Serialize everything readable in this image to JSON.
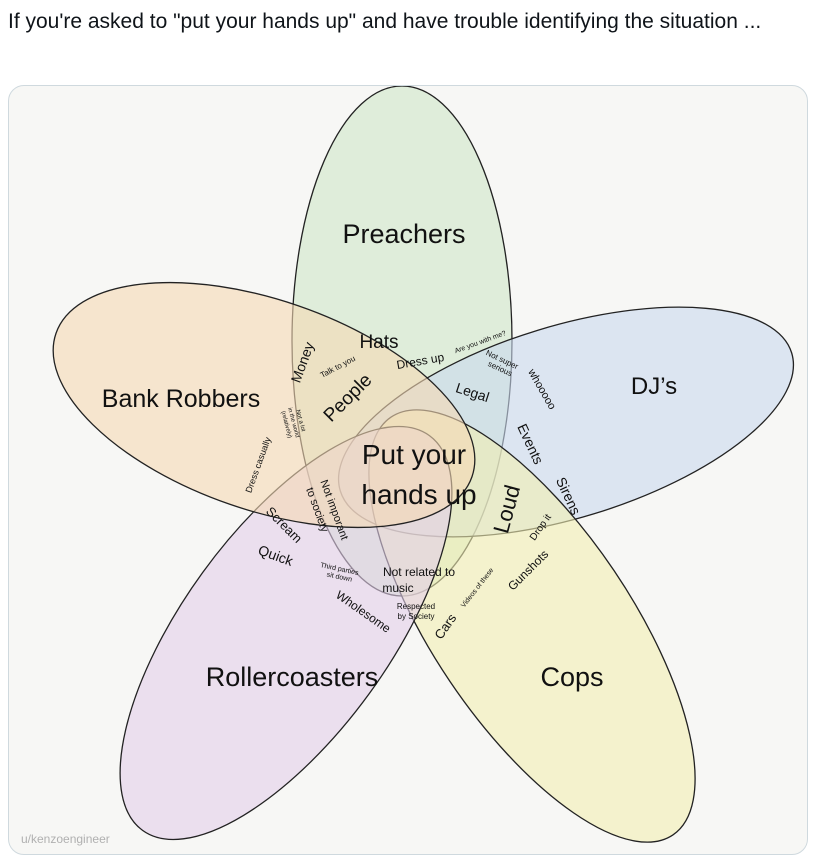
{
  "tweet": {
    "text": "If you're asked to \"put your hands up\"  and have trouble identifying the situation ..."
  },
  "diagram": {
    "sets": [
      {
        "label": "Preachers",
        "color": "#cfe6c8"
      },
      {
        "label": "DJ’s",
        "color": "#c9d8ee"
      },
      {
        "label": "Cops",
        "color": "#f1efb3"
      },
      {
        "label": "Rollercoasters",
        "color": "#e3cfe9"
      },
      {
        "label": "Bank Robbers",
        "color": "#f5d9b4"
      }
    ],
    "center": {
      "line1": "Put your",
      "line2": "hands up"
    },
    "regions": {
      "hats": "Hats",
      "dress_up": "Dress up",
      "are_you_with_me": "Are you with me?",
      "not_super_serious_1": "Not super",
      "not_super_serious_2": "serious",
      "whoooo": "whooooo",
      "legal": "Legal",
      "events": "Events",
      "sirens": "Sirens",
      "loud": "Loud",
      "drop_it": "Drop it",
      "gunshots": "Gunshots",
      "videos_of_these": "Videos of these",
      "cars": "Cars",
      "respected_1": "Respected",
      "respected_2": "by Society",
      "not_related_1": "Not related to",
      "not_related_2": "music",
      "wholesome": "Wholesome",
      "third_parties_1": "Third parties",
      "third_parties_2": "sit down",
      "quick": "Quick",
      "scream": "Scream",
      "not_important_1": "Not imporant",
      "not_important_2": "to society",
      "dress_casually": "Dress casually",
      "not_a_lot_1": "Not a lot",
      "not_a_lot_2": "in the world",
      "not_a_lot_3": "(relatively)",
      "money": "Money",
      "talk_to_you": "Talk to you",
      "people": "People"
    },
    "credit": "u/kenzoengineer"
  }
}
